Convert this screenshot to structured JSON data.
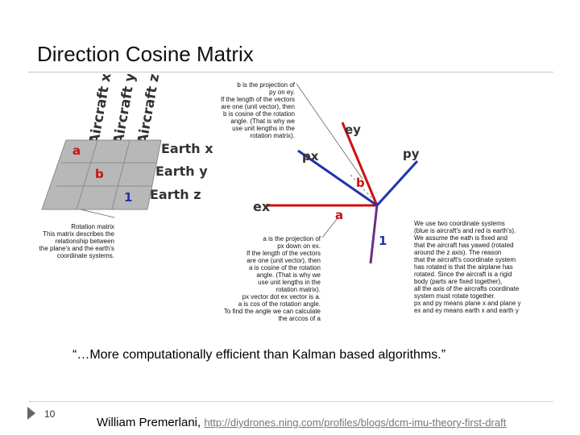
{
  "slide": {
    "title": "Direction Cosine Matrix",
    "quote": "“…More computationally efficient than Kalman based algorithms.”",
    "page_number": "10",
    "author": "William Premerlani,",
    "link": "http://diydrones.ning.com/profiles/blogs/dcm-imu-theory-first-draft"
  },
  "diagram": {
    "matrix": {
      "col_labels": [
        "Aircraft x",
        "Aircraft y",
        "Aircraft z"
      ],
      "row_labels": [
        "Earth x",
        "Earth y",
        "Earth z"
      ],
      "cell_labels": [
        "a",
        "b",
        "1"
      ],
      "caption": [
        "Rotation matrix",
        "This matrix describes the",
        "relationship between",
        "the plane's and the earth's",
        "coordinate systems."
      ]
    },
    "vectors": {
      "ey": "ey",
      "py": "py",
      "px": "px",
      "ex": "ex",
      "b": "b",
      "a": "a",
      "one": "1"
    },
    "note_b": [
      "b is the projection of",
      "py on ey.",
      "If the length of the vectors",
      "are one (unit vector), then",
      "b is cosine of the rotation",
      "angle. (That is why we",
      "use unit lengths in the",
      "rotation matrix)."
    ],
    "note_a": [
      "a is the projection of",
      "px down on ex.",
      "If the length of the vectors",
      "are one (unit vector), then",
      "a is cosine of the rotation",
      "angle. (That is why we",
      "use unit lengths in the",
      "rotation matrix).",
      "px vector dot ex vector is a.",
      "a is cos of the rotation angle.",
      "To find the angle we can calculate",
      "the arccos of a"
    ],
    "note_right": [
      "We use two coordinate systems",
      "(blue is aircraft's and red is earth's).",
      "We assume the eath is fixed and",
      "that the aircraft has yawed (rotated",
      "around the z axis). The reason",
      "that the aircraft's coordinate system",
      "has rotated is that the airplane has",
      "rotated. Since the aircraft is a rigid",
      "body (parts are fixed together),",
      "all the axis of the aircrafts coordinate",
      "system must rotate together.",
      "px and py means plane x and plane y",
      "ex and ey means earth x and earth y"
    ],
    "colors": {
      "earth": "#cc1111",
      "aircraft": "#2233aa",
      "z_axis": "#6a2f8a",
      "grid": "#b5b5b5",
      "label_red": "#cc1111"
    }
  }
}
